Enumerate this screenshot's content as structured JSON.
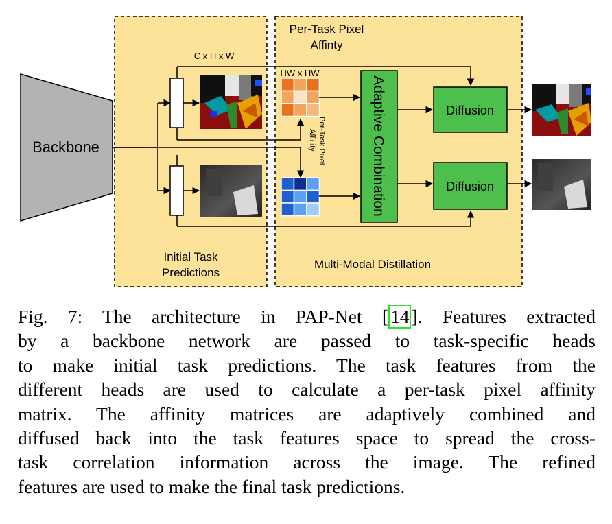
{
  "diagram": {
    "backbone_label": "Backbone",
    "chw_label": "C x H x W",
    "pixel_affinity_title_line1": "Per-Task Pixel",
    "pixel_affinity_title_line2": "Affinty",
    "hwhw_label": "HW x HW",
    "affinity_vertical_line1": "Per-Task Pixel",
    "affinity_vertical_line2": "Affinity",
    "adaptive_label": "Adaptive Combination",
    "diffusion_top_label": "Diffusion",
    "diffusion_bottom_label": "Diffusion",
    "initial_label_line1": "Initial Task",
    "initial_label_line2": "Predictions",
    "multimodal_label": "Multi-Modal Distillation",
    "colors": {
      "panel_fill": "#fde29a",
      "backbone_fill": "#b3b3b3",
      "box_green": "#4cbf4c",
      "orange_grid": [
        "#e8731c",
        "#f4a55c",
        "#e8731c",
        "#f4a55c",
        "#fbe3c8",
        "#f4a55c",
        "#e8731c",
        "#f4a55c",
        "#f7b877"
      ],
      "blue_grid": [
        "#1f5fcf",
        "#0a2f8f",
        "#5da0ef",
        "#1f5fcf",
        "#5da0ef",
        "#1f5fcf",
        "#1f5fcf",
        "#5da0ef",
        "#9ecbf7"
      ]
    }
  },
  "caption": {
    "line1_a": "Fig. 7: The architecture in PAP-Net [",
    "ref": "14",
    "line1_b": "]. Features extracted",
    "line2": "by a backbone network are passed to task-specific heads",
    "line3": "to make initial task predictions. The task features from the",
    "line4": "different heads are used to calculate a per-task pixel affinity",
    "line5": "matrix. The affinity matrices are adaptively combined and",
    "line6": "diffused back into the task features space to spread the cross-",
    "line7": "task correlation information across the image. The refined",
    "line8": "features are used to make the final task predictions."
  }
}
